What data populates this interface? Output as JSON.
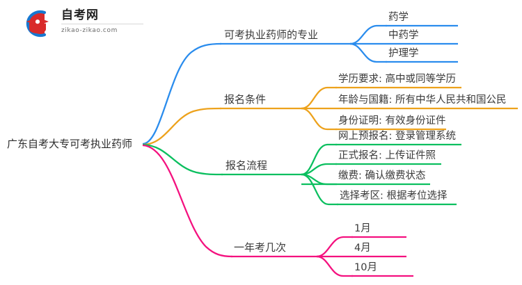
{
  "logo": {
    "title": "自考网",
    "subtitle": "zikao-zikao.com",
    "mark_icon": "graduation-cap-icon",
    "mark_arc_color": "#1878d0",
    "mark_cap_color": "#d92b2b"
  },
  "mindmap": {
    "root": {
      "label": "广东自考大专可考执业药师"
    },
    "branches": [
      {
        "label": "可考执业药师的专业",
        "color": "#2a8ced",
        "children": [
          {
            "label": "药学"
          },
          {
            "label": "中药学"
          },
          {
            "label": "护理学"
          }
        ]
      },
      {
        "label": "报名条件",
        "color": "#eda21c",
        "children": [
          {
            "label": "学历要求: 高中或同等学历"
          },
          {
            "label": "年龄与国籍: 所有中华人民共和国公民"
          },
          {
            "label": "身份证明: 有效身份证件"
          }
        ]
      },
      {
        "label": "报名流程",
        "color": "#0bbf5f",
        "children": [
          {
            "label": "网上预报名: 登录管理系统"
          },
          {
            "label": "正式报名: 上传证件照"
          },
          {
            "label": "缴费: 确认缴费状态"
          },
          {
            "label": "选择考区: 根据考位选择"
          }
        ]
      },
      {
        "label": "一年考几次",
        "color": "#f4117f",
        "children": [
          {
            "label": "1月"
          },
          {
            "label": "4月"
          },
          {
            "label": "10月"
          }
        ]
      }
    ]
  }
}
